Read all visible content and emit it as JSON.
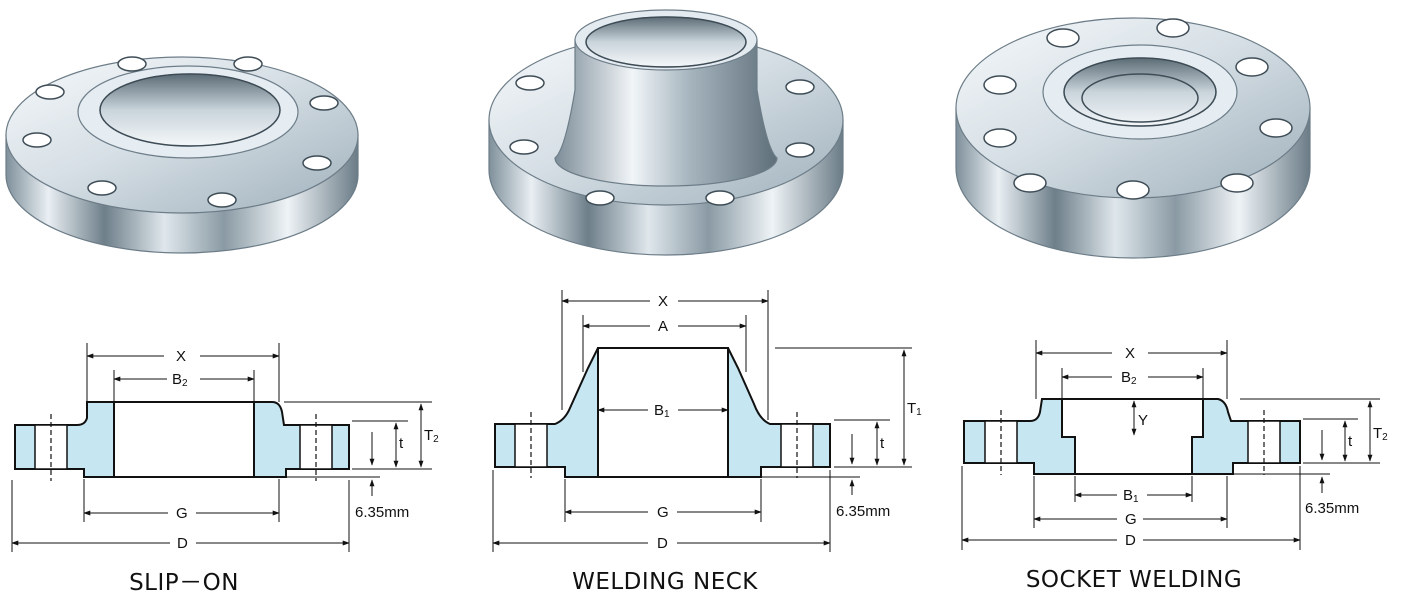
{
  "labels": {
    "slip_on": {
      "caption": "SLIP－ON",
      "x": "X",
      "b": "B",
      "b_sub": "2",
      "t2": "T",
      "t2_sub": "2",
      "t": "t",
      "g": "G",
      "d": "D",
      "mm": "6.35mm"
    },
    "welding_neck": {
      "caption": "WELDING NECK",
      "x": "X",
      "a": "A",
      "b": "B",
      "b_sub": "1",
      "t1": "T",
      "t1_sub": "1",
      "t": "t",
      "g": "G",
      "d": "D",
      "mm": "6.35mm"
    },
    "socket_welding": {
      "caption": "SOCKET WELDING",
      "x": "X",
      "b2": "B",
      "b2_sub": "2",
      "y": "Y",
      "t2": "T",
      "t2_sub": "2",
      "t": "t",
      "b1": "B",
      "b1_sub": "1",
      "g": "G",
      "d": "D",
      "mm": "6.35mm"
    }
  },
  "colors": {
    "section_fill": "#c6e6f2",
    "steel_light": "#eef3f7",
    "steel_dark": "#5f6f7a",
    "line": "#111111"
  }
}
